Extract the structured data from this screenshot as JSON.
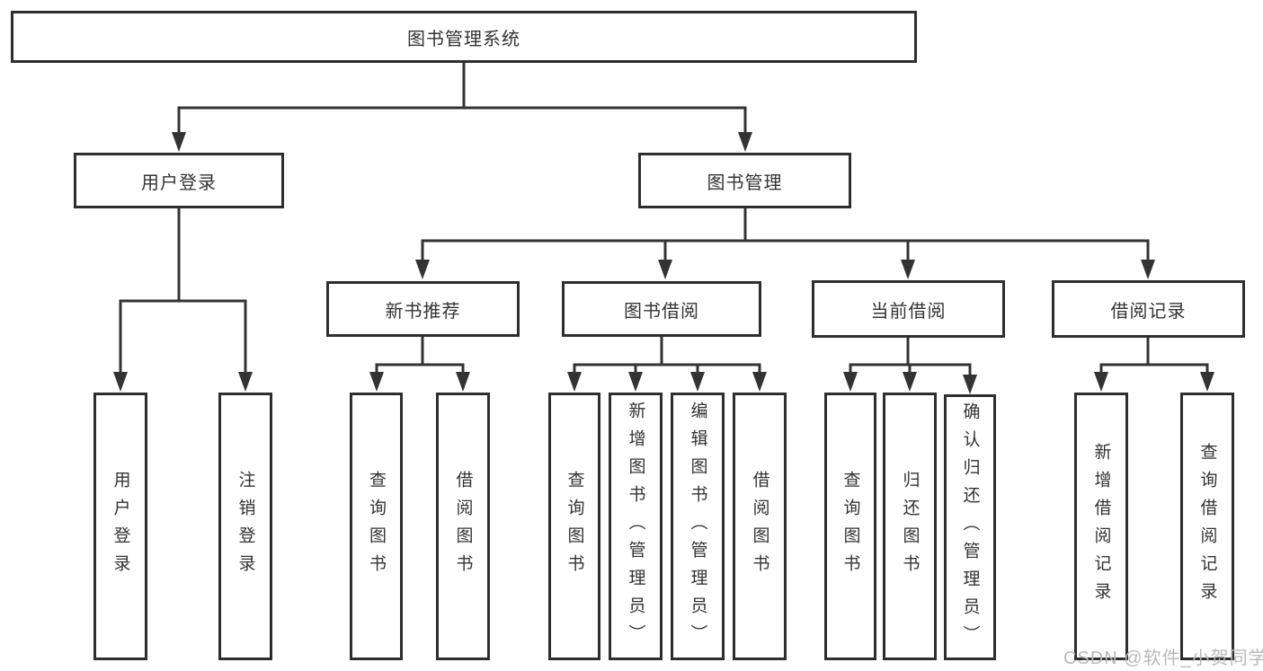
{
  "diagram_title": "图书管理系统",
  "tree": {
    "label": "图书管理系统",
    "children": [
      {
        "label": "用户登录",
        "children": [
          {
            "label": "用户登录"
          },
          {
            "label": "注销登录"
          }
        ]
      },
      {
        "label": "图书管理",
        "children": [
          {
            "label": "新书推荐",
            "children": [
              {
                "label": "查询图书"
              },
              {
                "label": "借阅图书"
              }
            ]
          },
          {
            "label": "图书借阅",
            "children": [
              {
                "label": "查询图书"
              },
              {
                "label": "新增图书（管理员）"
              },
              {
                "label": "编辑图书（管理员）"
              },
              {
                "label": "借阅图书"
              }
            ]
          },
          {
            "label": "当前借阅",
            "children": [
              {
                "label": "查询图书"
              },
              {
                "label": "归还图书"
              },
              {
                "label": "确认归还（管理员）"
              }
            ]
          },
          {
            "label": "借阅记录",
            "children": [
              {
                "label": "新增借阅记录"
              },
              {
                "label": "查询借阅记录"
              }
            ]
          }
        ]
      }
    ]
  },
  "watermark": "CSDN @软件_小贺同学",
  "colors": {
    "line": "#333333",
    "box_border": "#2e2e2e",
    "text": "#333333",
    "background": "#ffffff",
    "watermark": "#b9b9b9"
  }
}
